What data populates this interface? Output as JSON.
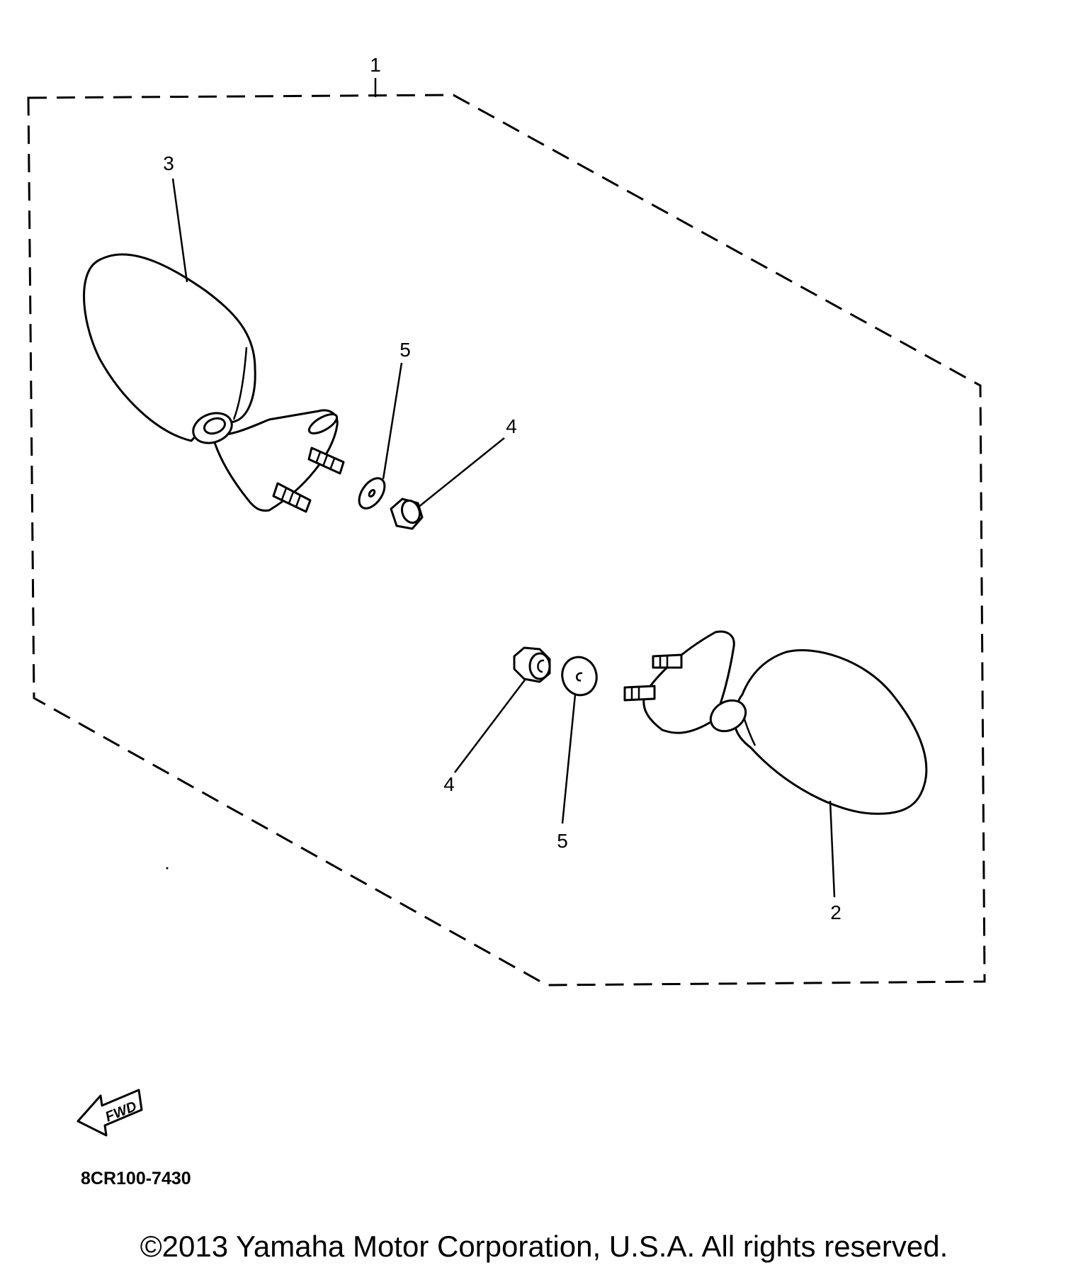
{
  "callouts": {
    "assembly": "1",
    "mirror_right": "2",
    "mirror_left": "3",
    "nut_upper": "4",
    "washer_upper": "5",
    "nut_lower": "4",
    "washer_lower": "5"
  },
  "fwd_arrow": {
    "label": "FWD",
    "icon": "fwd-arrow-icon"
  },
  "diagram_code": "8CR100-7430",
  "copyright": "©2013 Yamaha Motor Corporation, U.S.A. All rights reserved."
}
